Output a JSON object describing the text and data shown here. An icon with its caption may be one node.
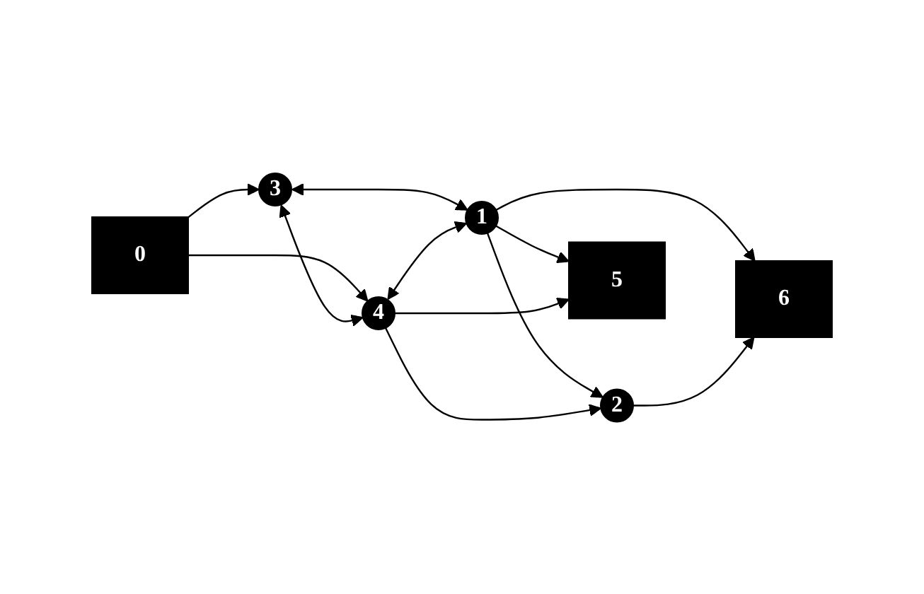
{
  "diagram": {
    "nodes": [
      {
        "text": [
          "0"
        ]
      },
      {
        "text": [
          "1"
        ]
      },
      {
        "text": [
          "2"
        ]
      },
      {
        "text": [
          "3"
        ]
      },
      {
        "text": [
          "4"
        ]
      },
      {
        "text": [
          "5"
        ]
      },
      {
        "text": [
          "6"
        ]
      }
    ],
    "edges": [
      {
        "from": 0,
        "to": 3,
        "arrow": "to"
      },
      {
        "from": 0,
        "to": 4,
        "arrow": "to"
      },
      {
        "from": 3,
        "to": 1,
        "arrow": "both"
      },
      {
        "from": 3,
        "to": 4,
        "arrow": "both"
      },
      {
        "from": 4,
        "to": 1,
        "arrow": "both"
      },
      {
        "from": 1,
        "to": 5,
        "arrow": "to"
      },
      {
        "from": 4,
        "to": 5,
        "arrow": "to"
      },
      {
        "from": 1,
        "to": 2,
        "arrow": "to"
      },
      {
        "from": 1,
        "to": 6,
        "arrow": "to"
      },
      {
        "from": 4,
        "to": 2,
        "arrow": "to"
      },
      {
        "from": 2,
        "to": 6,
        "arrow": "to"
      }
    ]
  }
}
